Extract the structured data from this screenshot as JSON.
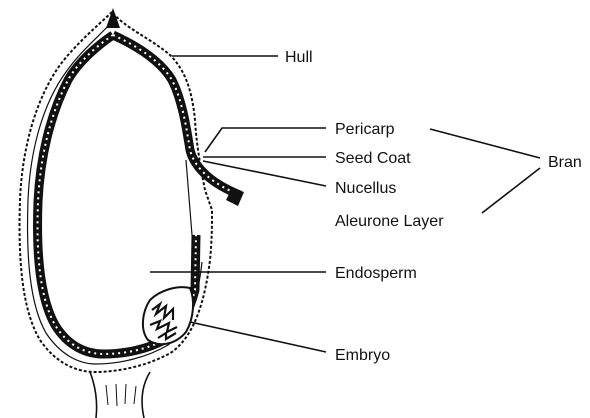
{
  "labels": {
    "hull": "Hull",
    "pericarp": "Pericarp",
    "seed_coat": "Seed Coat",
    "nucellus": "Nucellus",
    "aleurone_layer": "Aleurone Layer",
    "bran": "Bran",
    "endosperm": "Endosperm",
    "embryo": "Embryo"
  },
  "colors": {
    "ink": "#111111",
    "background": "#ffffff"
  }
}
